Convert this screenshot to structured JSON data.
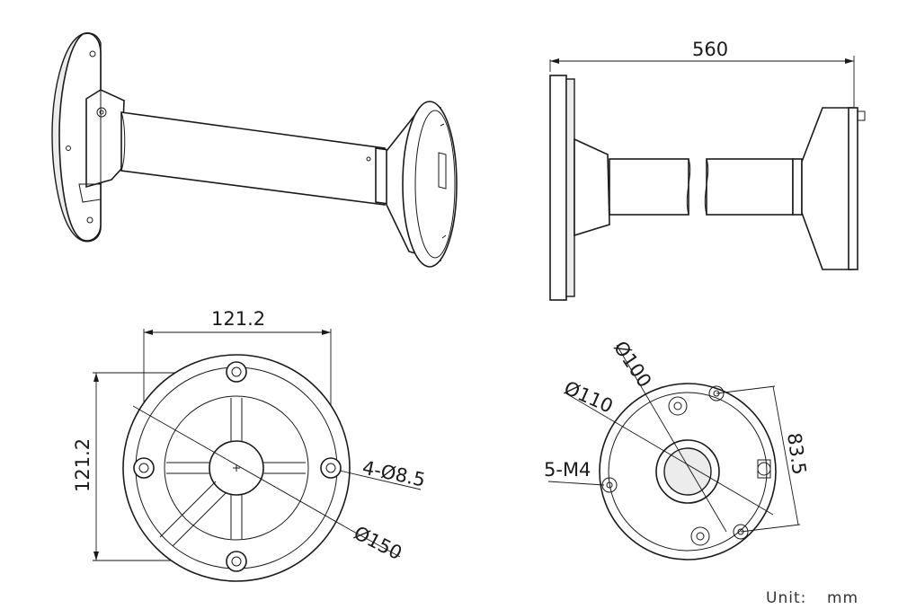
{
  "dimensions": {
    "side_length": "560",
    "base_width": "121.2",
    "base_height": "121.2",
    "base_holes": "4-Ø8.5",
    "base_diameter": "Ø150",
    "top_d100": "Ø100",
    "top_d110": "Ø110",
    "top_screws": "5-M4",
    "top_spacing": "83.5"
  },
  "units": {
    "label": "Unit:",
    "value": "mm"
  }
}
